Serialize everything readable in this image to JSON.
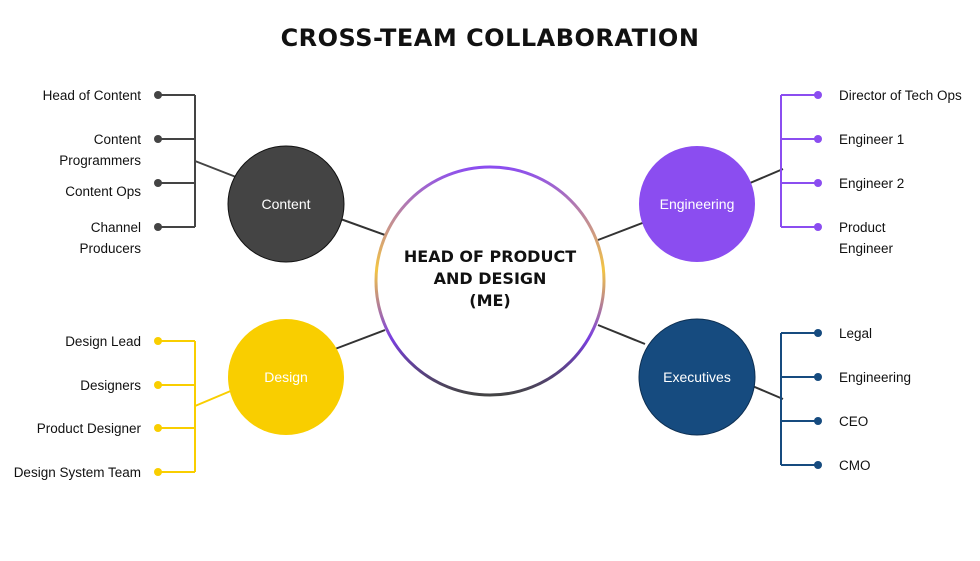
{
  "title": "CROSS-TEAM COLLABORATION",
  "center": {
    "label": "HEAD OF PRODUCT\nAND DESIGN\n(ME)"
  },
  "colors": {
    "content": "#444444",
    "design": "#f9ce00",
    "engineering": "#8b4df0",
    "executives": "#164b7f",
    "line": "#333333"
  },
  "groups": {
    "content": {
      "label": "Content",
      "items": [
        "Head of Content",
        "Content\nProgrammers",
        "Content Ops",
        "Channel\nProducers"
      ]
    },
    "design": {
      "label": "Design",
      "items": [
        "Design Lead",
        "Designers",
        "Product Designer",
        "Design System Team"
      ]
    },
    "engineering": {
      "label": "Engineering",
      "items": [
        "Director of Tech Ops",
        "Engineer 1",
        "Engineer 2",
        "Product\nEngineer"
      ]
    },
    "executives": {
      "label": "Executives",
      "items": [
        "Legal",
        "Engineering",
        "CEO",
        "CMO"
      ]
    }
  }
}
